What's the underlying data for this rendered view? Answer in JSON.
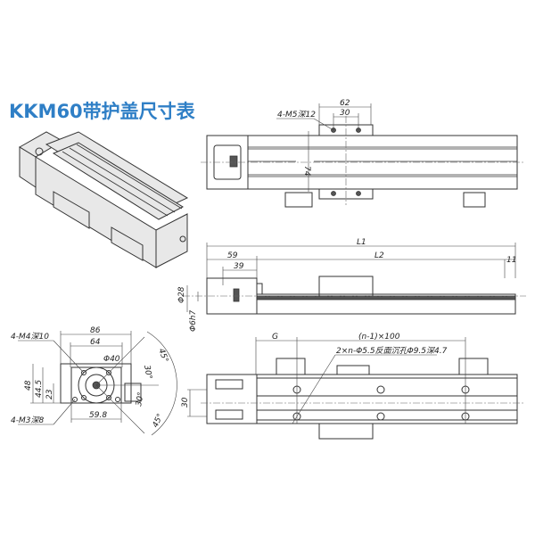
{
  "title": "KKM60带护盖尺寸表",
  "accent_color": "#2f7fc6",
  "top_view": {
    "hole_note": "4-M5深12",
    "dim_62": "62",
    "dim_30": "30",
    "dim_74": "74"
  },
  "side_view": {
    "dim_L1": "L1",
    "dim_L2": "L2",
    "dim_59": "59",
    "dim_39": "39",
    "dim_11": "11",
    "dim_d28": "Φ28",
    "dim_d6h7": "Φ6h7"
  },
  "end_view": {
    "note_m4": "4-M4深10",
    "note_m3": "4-M3深8",
    "dim_86": "86",
    "dim_64": "64",
    "dim_d40": "Φ40",
    "dim_48": "48",
    "dim_44_5": "44.5",
    "dim_23": "23",
    "dim_59_8": "59.8",
    "angle_45a": "45°",
    "angle_30a": "30°",
    "angle_30b": "30°",
    "angle_45b": "45°"
  },
  "bottom_view": {
    "dim_G": "G",
    "dim_pitch": "(n-1)×100",
    "hole_note": "2×n-Φ5.5反面沉孔Φ9.5深4.7",
    "dim_30": "30"
  }
}
